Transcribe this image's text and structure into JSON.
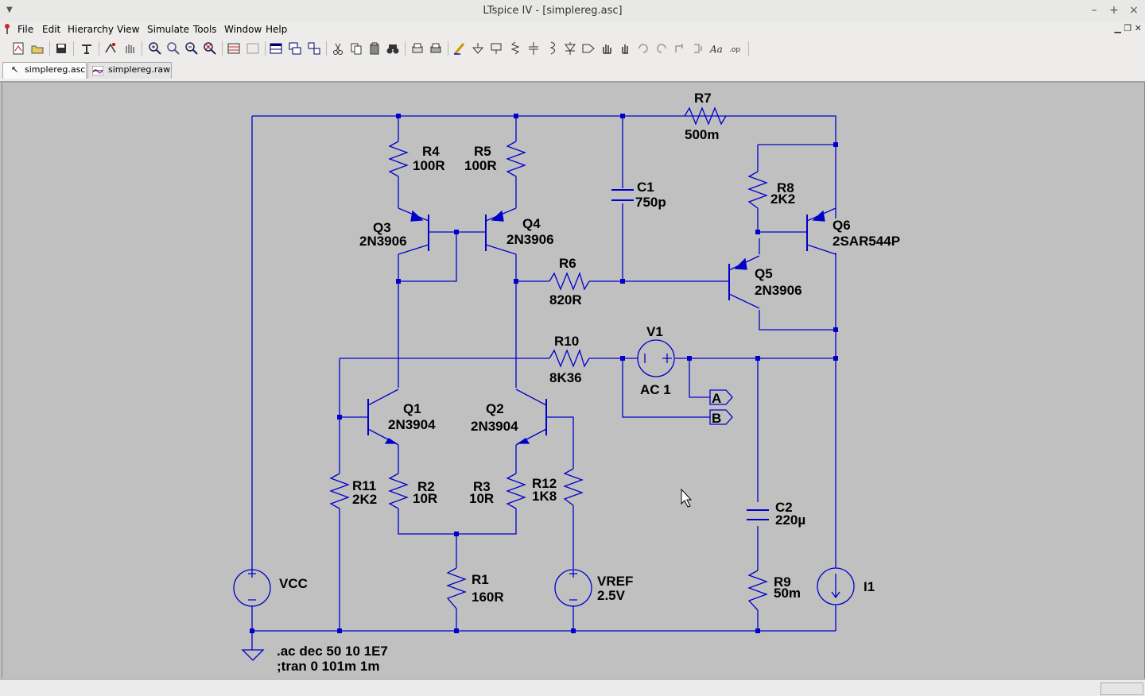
{
  "window": {
    "title": "LTspice IV - [simplereg.asc]"
  },
  "menu": [
    "File",
    "Edit",
    "Hierarchy",
    "View",
    "Simulate",
    "Tools",
    "Window",
    "Help"
  ],
  "tabs": [
    {
      "label": "simplereg.asc",
      "active": true
    },
    {
      "label": "simplereg.raw",
      "active": false
    }
  ],
  "schematic": {
    "wire_color": "#0000cc",
    "labels": {
      "R7": "R7",
      "R7v": "500m",
      "R4": "R4",
      "R4v": "100R",
      "R5": "R5",
      "R5v": "100R",
      "C1": "C1",
      "C1v": "750p",
      "R8": "R8",
      "R8v": "2K2",
      "Q3": "Q3",
      "Q3v": "2N3906",
      "Q4": "Q4",
      "Q4v": "2N3906",
      "Q6": "Q6",
      "Q6v": "2SAR544P",
      "R6": "R6",
      "R6v": "820R",
      "Q5": "Q5",
      "Q5v": "2N3906",
      "V1": "V1",
      "V1v": "AC 1",
      "R10": "R10",
      "R10v": "8K36",
      "A": "A",
      "B": "B",
      "Q1": "Q1",
      "Q1v": "2N3904",
      "Q2": "Q2",
      "Q2v": "2N3904",
      "R11": "R11",
      "R11v": "2K2",
      "R2": "R2",
      "R2v": "10R",
      "R3": "R3",
      "R3v": "10R",
      "R12": "R12",
      "R12v": "1K8",
      "C2": "C2",
      "C2v": "220µ",
      "R1": "R1",
      "R1v": "160R",
      "VCC": "VCC",
      "VREF": "VREF",
      "VREFv": "2.5V",
      "R9": "R9",
      "R9v": "50m",
      "I1": "I1",
      "dir1": ".ac dec 50 10 1E7",
      "dir2": ";tran 0 101m 1m"
    }
  }
}
